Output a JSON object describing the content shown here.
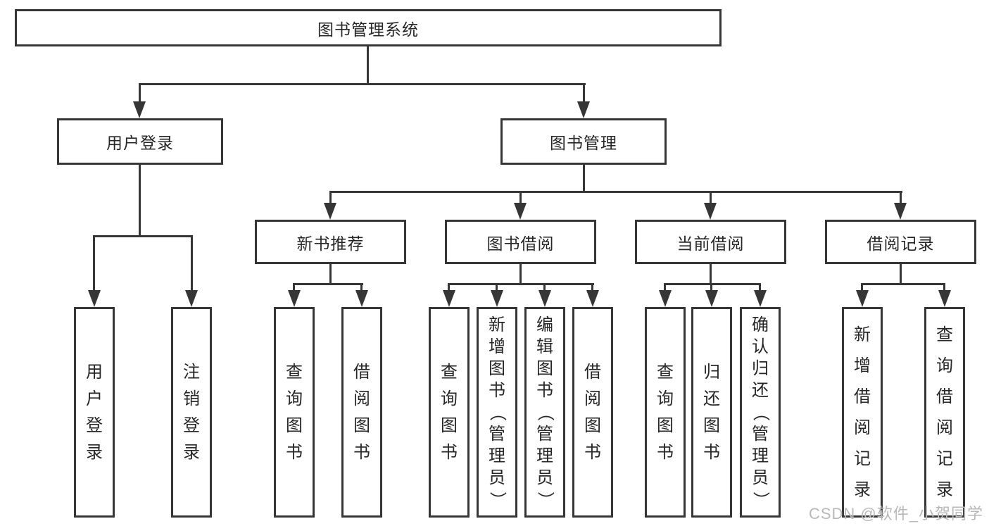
{
  "diagram": {
    "title_node": {
      "label": "图书管理系统"
    },
    "level2": [
      {
        "label": "用户登录"
      },
      {
        "label": "图书管理"
      }
    ],
    "level3": [
      {
        "label": "新书推荐"
      },
      {
        "label": "图书借阅"
      },
      {
        "label": "当前借阅"
      },
      {
        "label": "借阅记录"
      }
    ],
    "leaves": [
      {
        "label": "用户登录"
      },
      {
        "label": "注销登录"
      },
      {
        "label": "查询图书"
      },
      {
        "label": "借阅图书"
      },
      {
        "label": "查询图书"
      },
      {
        "label": "新增图书（管理员）"
      },
      {
        "label": "编辑图书（管理员）"
      },
      {
        "label": "借阅图书"
      },
      {
        "label": "查询图书"
      },
      {
        "label": "归还图书"
      },
      {
        "label": "确认归还（管理员）"
      },
      {
        "label": "新增借阅记录"
      },
      {
        "label": "查询借阅记录"
      }
    ],
    "colors": {
      "line": "#363636",
      "text": "#262626",
      "background": "#ffffff",
      "watermark": "#b9b9b9"
    }
  },
  "watermark": {
    "text": "CSDN @软件_小贺同学"
  }
}
